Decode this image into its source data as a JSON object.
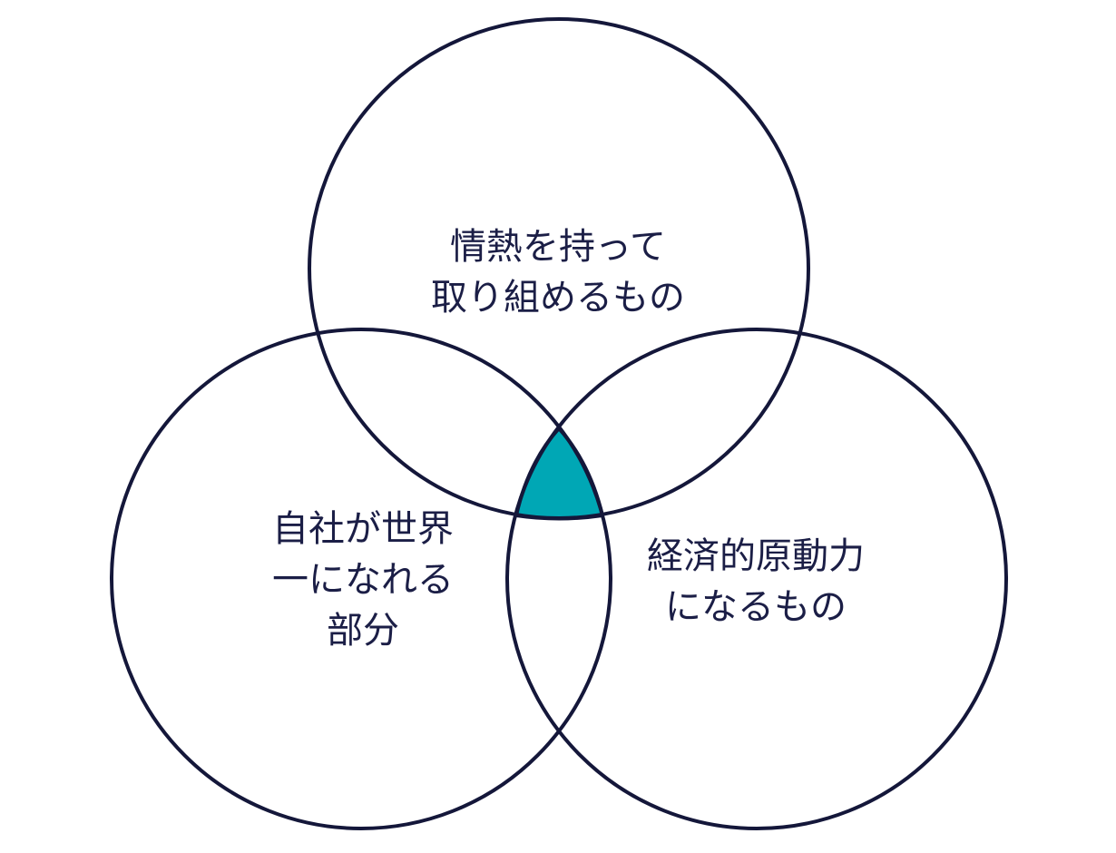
{
  "labels": {
    "top": {
      "lines": [
        "情熱を持って",
        "取り組めるもの"
      ]
    },
    "left": {
      "lines": [
        "自社が世界",
        "一になれる",
        "部分"
      ]
    },
    "right": {
      "lines": [
        "経済的原動力",
        "になるもの"
      ]
    }
  },
  "colors": {
    "outline": "#14173a",
    "intersection_fill": "#00a7b5",
    "text": "#1b1e46",
    "background": "#ffffff"
  }
}
